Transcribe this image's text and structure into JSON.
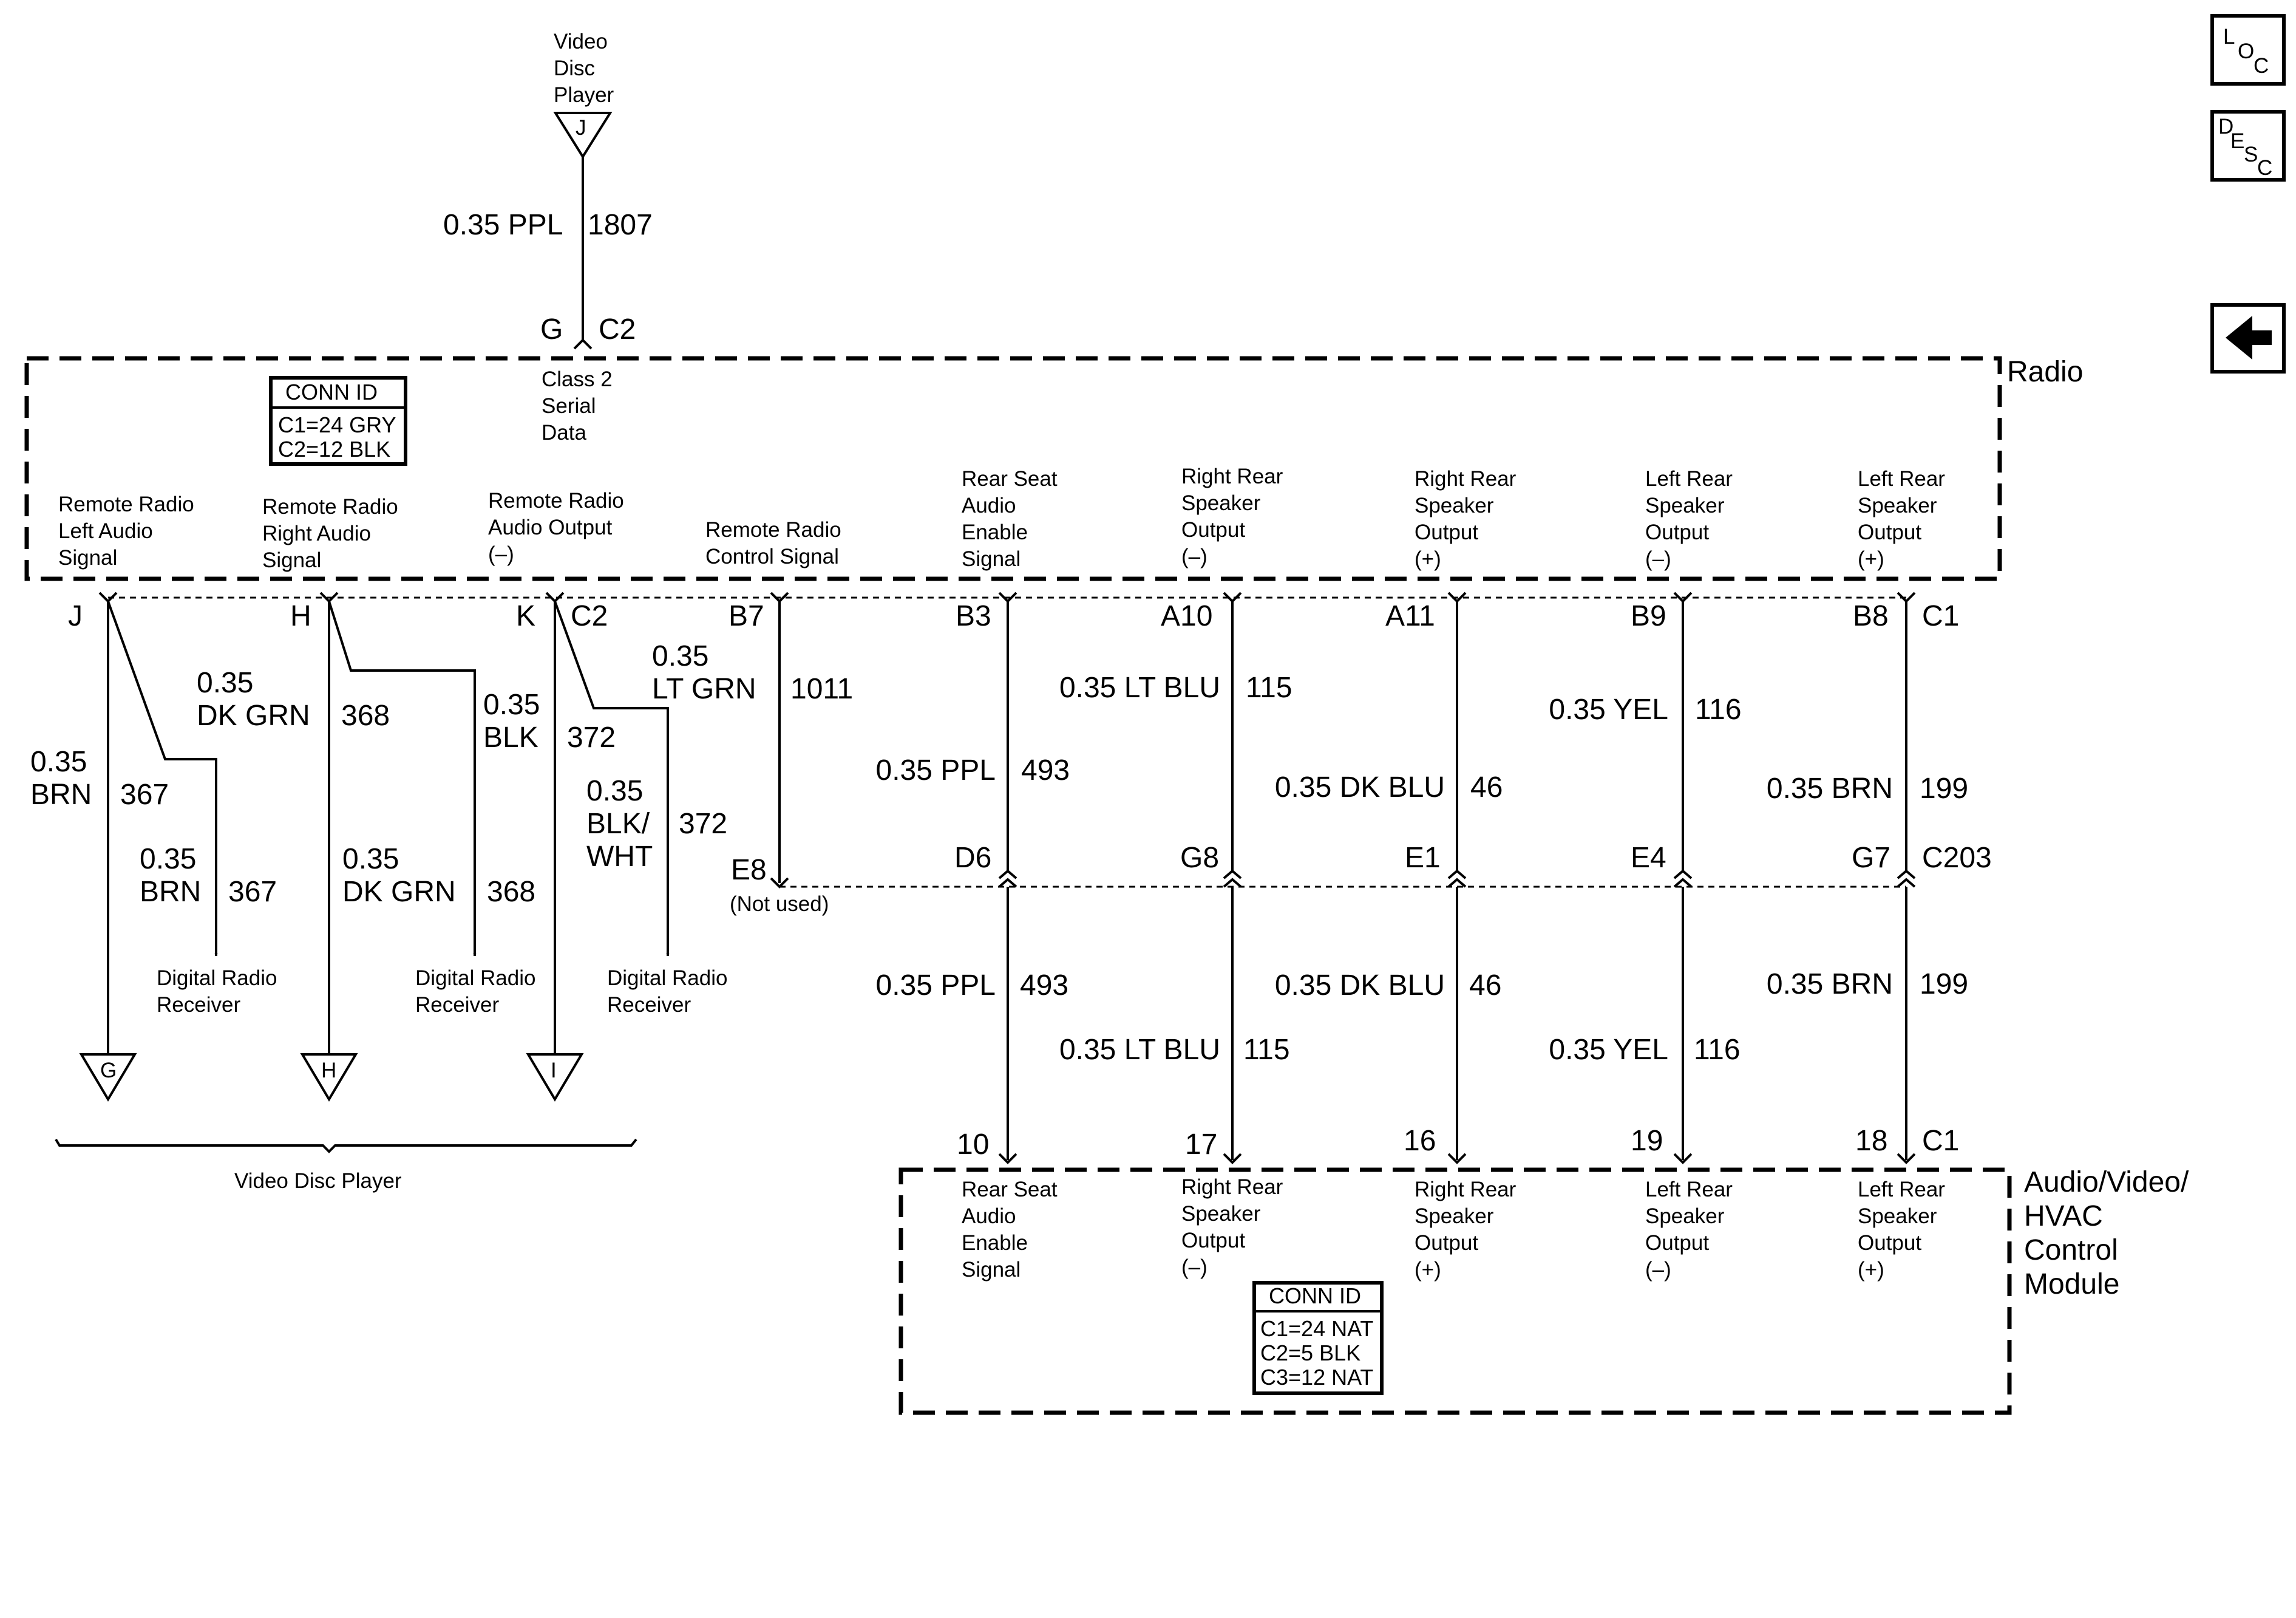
{
  "video_disc_player_top": {
    "line1": "Video",
    "line2": "Disc",
    "line3": "Player",
    "pin": "J"
  },
  "top_wire": {
    "size_color": "0.35 PPL",
    "circuit": "1807",
    "pin": "G",
    "connector": "C2"
  },
  "radio": {
    "title": "Radio",
    "class2": {
      "line1": "Class 2",
      "line2": "Serial",
      "line3": "Data"
    },
    "conn_id": {
      "title": "CONN ID",
      "c1": "C1=24 GRY",
      "c2": "C2=12 BLK"
    },
    "labels": [
      {
        "l1": "Remote Radio",
        "l2": "Left Audio",
        "l3": "Signal"
      },
      {
        "l1": "Remote Radio",
        "l2": "Right Audio",
        "l3": "Signal"
      },
      {
        "l1": "Remote Radio",
        "l2": "Audio Output",
        "l3": "(–)"
      },
      {
        "l1": "Remote Radio",
        "l2": "Control Signal",
        "l3": ""
      },
      {
        "l1": "Rear Seat",
        "l2": "Audio",
        "l3": "Enable",
        "l4": "Signal"
      },
      {
        "l1": "Right Rear",
        "l2": "Speaker",
        "l3": "Output",
        "l4": "(–)"
      },
      {
        "l1": "Right Rear",
        "l2": "Speaker",
        "l3": "Output",
        "l4": "(+)"
      },
      {
        "l1": "Left Rear",
        "l2": "Speaker",
        "l3": "Output",
        "l4": "(–)"
      },
      {
        "l1": "Left Rear",
        "l2": "Speaker",
        "l3": "Output",
        "l4": "(+)"
      }
    ],
    "pins": [
      "J",
      "H",
      "K",
      "B7",
      "B3",
      "A10",
      "A11",
      "B9",
      "B8"
    ],
    "connector_c2": "C2",
    "connector_c1": "C1"
  },
  "left_wires": {
    "j": {
      "size": "0.35",
      "color": "BRN",
      "circuit": "367"
    },
    "j_branch": {
      "size": "0.35",
      "color": "BRN",
      "circuit": "367"
    },
    "h": {
      "size": "0.35",
      "color": "DK GRN",
      "circuit": "368"
    },
    "h_branch": {
      "size": "0.35",
      "color": "DK GRN",
      "circuit": "368"
    },
    "k": {
      "size": "0.35",
      "color": "BLK",
      "circuit": "372"
    },
    "k_branch": {
      "size": "0.35",
      "color1": "BLK/",
      "color2": "WHT",
      "circuit": "372"
    },
    "b7": {
      "size": "0.35",
      "color": "LT GRN",
      "circuit": "1011"
    }
  },
  "digital_radio_receiver": {
    "line1": "Digital Radio",
    "line2": "Receiver"
  },
  "vdp_ground_pins": [
    "G",
    "H",
    "I"
  ],
  "video_disc_player_bottom": "Video Disc Player",
  "c203": {
    "connector": "C203",
    "pins": [
      "E8",
      "D6",
      "G8",
      "E1",
      "E4",
      "G7"
    ],
    "not_used": "(Not used)"
  },
  "upper_wires": [
    {
      "size_color": "0.35 PPL",
      "circuit": "493"
    },
    {
      "size_color": "0.35 LT BLU",
      "circuit": "115"
    },
    {
      "size_color": "0.35 DK BLU",
      "circuit": "46"
    },
    {
      "size_color": "0.35 YEL",
      "circuit": "116"
    },
    {
      "size_color": "0.35 BRN",
      "circuit": "199"
    }
  ],
  "lower_wires": [
    {
      "size_color": "0.35 PPL",
      "circuit": "493"
    },
    {
      "size_color": "0.35 LT BLU",
      "circuit": "115"
    },
    {
      "size_color": "0.35 DK BLU",
      "circuit": "46"
    },
    {
      "size_color": "0.35 YEL",
      "circuit": "116"
    },
    {
      "size_color": "0.35 BRN",
      "circuit": "199"
    }
  ],
  "avhvac": {
    "title1": "Audio/Video/",
    "title2": "HVAC",
    "title3": "Control",
    "title4": "Module",
    "pins": [
      "10",
      "17",
      "16",
      "19",
      "18"
    ],
    "connector": "C1",
    "conn_id": {
      "title": "CONN ID",
      "c1": "C1=24 NAT",
      "c2": "C2=5 BLK",
      "c3": "C3=12 NAT"
    },
    "labels": [
      {
        "l1": "Rear Seat",
        "l2": "Audio",
        "l3": "Enable",
        "l4": "Signal"
      },
      {
        "l1": "Right Rear",
        "l2": "Speaker",
        "l3": "Output",
        "l4": "(–)"
      },
      {
        "l1": "Right Rear",
        "l2": "Speaker",
        "l3": "Output",
        "l4": "(+)"
      },
      {
        "l1": "Left Rear",
        "l2": "Speaker",
        "l3": "Output",
        "l4": "(–)"
      },
      {
        "l1": "Left Rear",
        "l2": "Speaker",
        "l3": "Output",
        "l4": "(+)"
      }
    ]
  },
  "nav": {
    "loc": {
      "l": "L",
      "o": "O",
      "c": "C"
    },
    "desc": {
      "d": "D",
      "e": "E",
      "s": "S",
      "c": "C"
    },
    "back_icon": "left-arrow-icon"
  }
}
